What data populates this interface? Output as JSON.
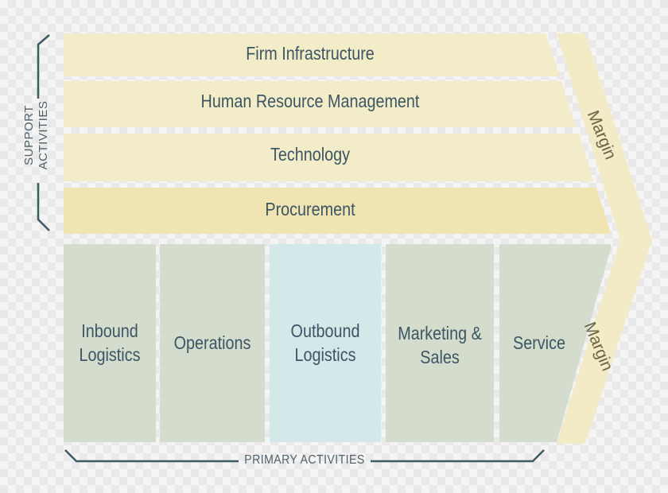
{
  "support_activities": {
    "label_line1": "SUPPORT",
    "label_line2": "ACTIVITIES",
    "bars": [
      {
        "label": "Firm Infrastructure"
      },
      {
        "label": "Human Resource Management"
      },
      {
        "label": "Technology"
      },
      {
        "label": "Procurement"
      }
    ]
  },
  "primary_activities": {
    "label": "PRIMARY ACTIVITIES",
    "boxes": [
      {
        "label": "Inbound\nLogistics"
      },
      {
        "label": "Operations"
      },
      {
        "label": "Outbound\nLogistics"
      },
      {
        "label": "Marketing &\nSales"
      },
      {
        "label": "Service"
      }
    ]
  },
  "margin": {
    "upper_label": "Margin",
    "lower_label": "Margin"
  },
  "colors": {
    "support_bar": "#f2ecc9",
    "procurement_bar": "#f0e4b3",
    "margin_arrow": "#f3ebc6",
    "primary_box": "#d3dccd",
    "outbound_box": "#d3e8e8",
    "bracket": "#3e5a62",
    "text": "#3d5563"
  }
}
